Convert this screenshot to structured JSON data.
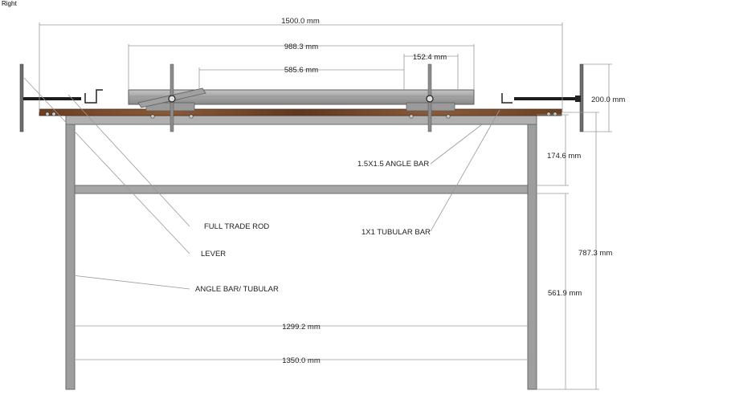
{
  "view_label": "Right",
  "dimensions": {
    "overall_width": "1500.0 mm",
    "top_frame_width": "988.3 mm",
    "inner_span": "585.6 mm",
    "small_gap": "152.4 mm",
    "plate_height": "200.0 mm",
    "upper_spacing": "174.6 mm",
    "total_height": "787.3 mm",
    "leg_height": "561.9 mm",
    "inner_table_width": "1299.2 mm",
    "outer_table_width": "1350.0 mm"
  },
  "labels": {
    "angle_bar": "1.5X1.5 ANGLE BAR",
    "tubular_bar": "1X1 TUBULAR BAR",
    "trade_rod": "FULL TRADE ROD",
    "lever": "LEVER",
    "angle_tubular": "ANGLE BAR/ TUBULAR"
  },
  "colors": {
    "frame_grey": "#a8a8a8",
    "frame_edge": "#6a6a6a",
    "wood": "#7a4a2a",
    "dim_line": "#9a9a9a",
    "rod": "#222222"
  }
}
